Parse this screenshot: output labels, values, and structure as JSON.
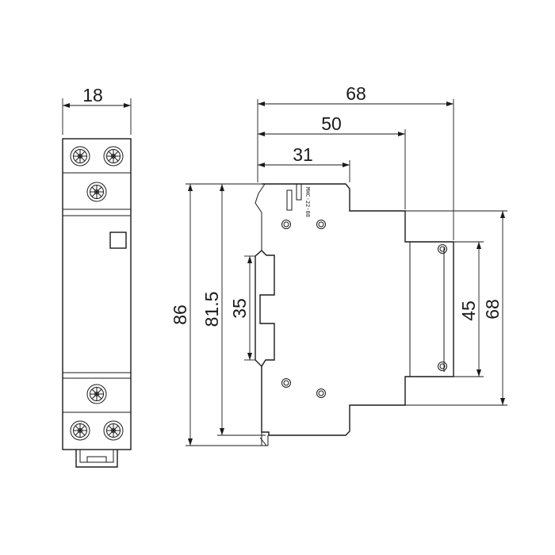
{
  "front_view": {
    "dimensions": {
      "width": "18"
    }
  },
  "side_view": {
    "dimensions": {
      "overall_depth": "68",
      "mid_depth": "50",
      "front_depth": "31",
      "overall_height": "86",
      "body_height": "81.5",
      "din_rail": "35",
      "back_height": "45",
      "step_height": "68"
    },
    "label_text": "MHC-22-08"
  }
}
